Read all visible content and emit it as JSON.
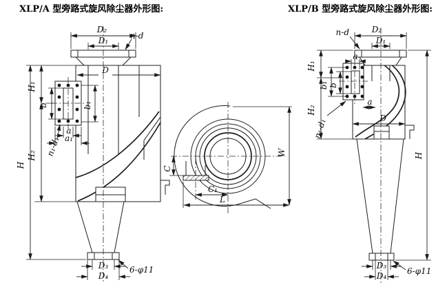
{
  "titles": {
    "left": "XLP/A 型旁路式旋风除尘器外形图:",
    "right": "XLP/B 型旁路式旋风除尘器外形图:"
  },
  "left": {
    "labels": {
      "d2": "D₂",
      "d1": "D₁",
      "nd": "n-d",
      "d": "D",
      "h": "H",
      "h1": "H₁",
      "h2": "H₂",
      "b": "b",
      "b1": "b₁",
      "a": "a",
      "a1": "a₁",
      "n1d1": "n₁-d₁",
      "d3": "D₃",
      "d4": "D₄",
      "holes": "6-φ11"
    }
  },
  "middle": {
    "labels": {
      "c": "C",
      "c1": "C₁",
      "l": "L",
      "w": "W"
    }
  },
  "right": {
    "labels": {
      "nd": "n-d",
      "d2": "D₂",
      "d1": "D₁",
      "a_top": "a",
      "b": "b",
      "b1": "b₁",
      "h1": "H₁",
      "h2": "H₂",
      "n1d1": "n₁-d₁",
      "a_side": "a",
      "d": "D",
      "h": "H",
      "d3": "D₃",
      "d4": "D₄",
      "holes": "6-φ11"
    }
  },
  "colors": {
    "line": "#1c1c1c",
    "background": "#ffffff"
  }
}
